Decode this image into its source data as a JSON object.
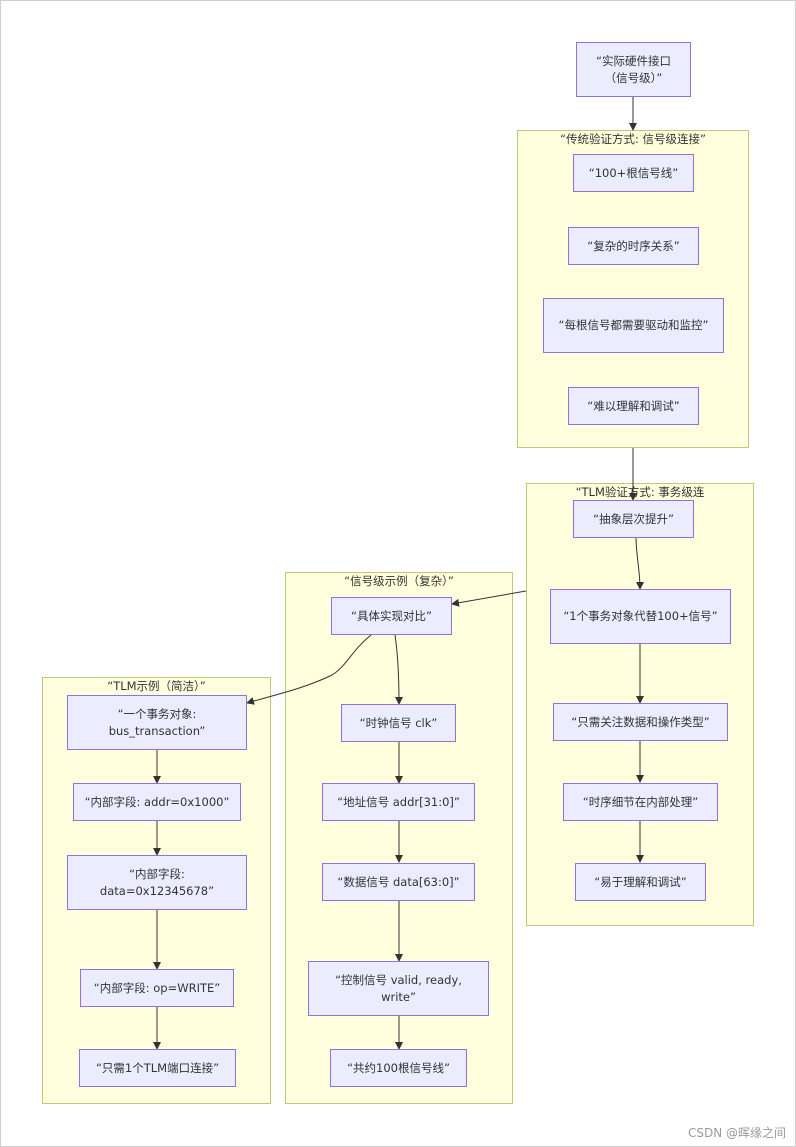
{
  "nodes": {
    "hw": "“实际硬件接口（信号级）”",
    "t1": "“100+根信号线”",
    "t2": "“复杂的时序关系”",
    "t3": "“每根信号都需要驱动和监控”",
    "t4": "“难以理解和调试”",
    "m1": "“抽象层次提升”",
    "m2": "“1个事务对象代替100+信号”",
    "m3": "“只需关注数据和操作类型”",
    "m4": "“时序细节在内部处理”",
    "m5": "“易于理解和调试”",
    "s0": "“具体实现对比”",
    "s1": "“时钟信号 clk”",
    "s2": "“地址信号 addr[31:0]”",
    "s3": "“数据信号 data[63:0]”",
    "s4": "“控制信号 valid, ready, write”",
    "s5": "“共约100根信号线”",
    "l1": "“一个事务对象: bus_transaction”",
    "l2": "“内部字段: addr=0x1000”",
    "l3": "“内部字段: data=0x12345678”",
    "l4": "“内部字段: op=WRITE”",
    "l5": "“只需1个TLM端口连接”"
  },
  "groups": {
    "traditional": "“传统验证方式: 信号级连接”",
    "tlm": "“TLM验证方式: 事务级连",
    "signal_example": "“信号级示例（复杂）”",
    "tlm_example": "“TLM示例（简洁）”"
  },
  "watermark": "CSDN @晖缘之间",
  "colors": {
    "node_fill": "#ececff",
    "node_border": "#9370db",
    "group_fill": "#ffffde",
    "group_border": "#c6c67a",
    "edge": "#333333"
  }
}
